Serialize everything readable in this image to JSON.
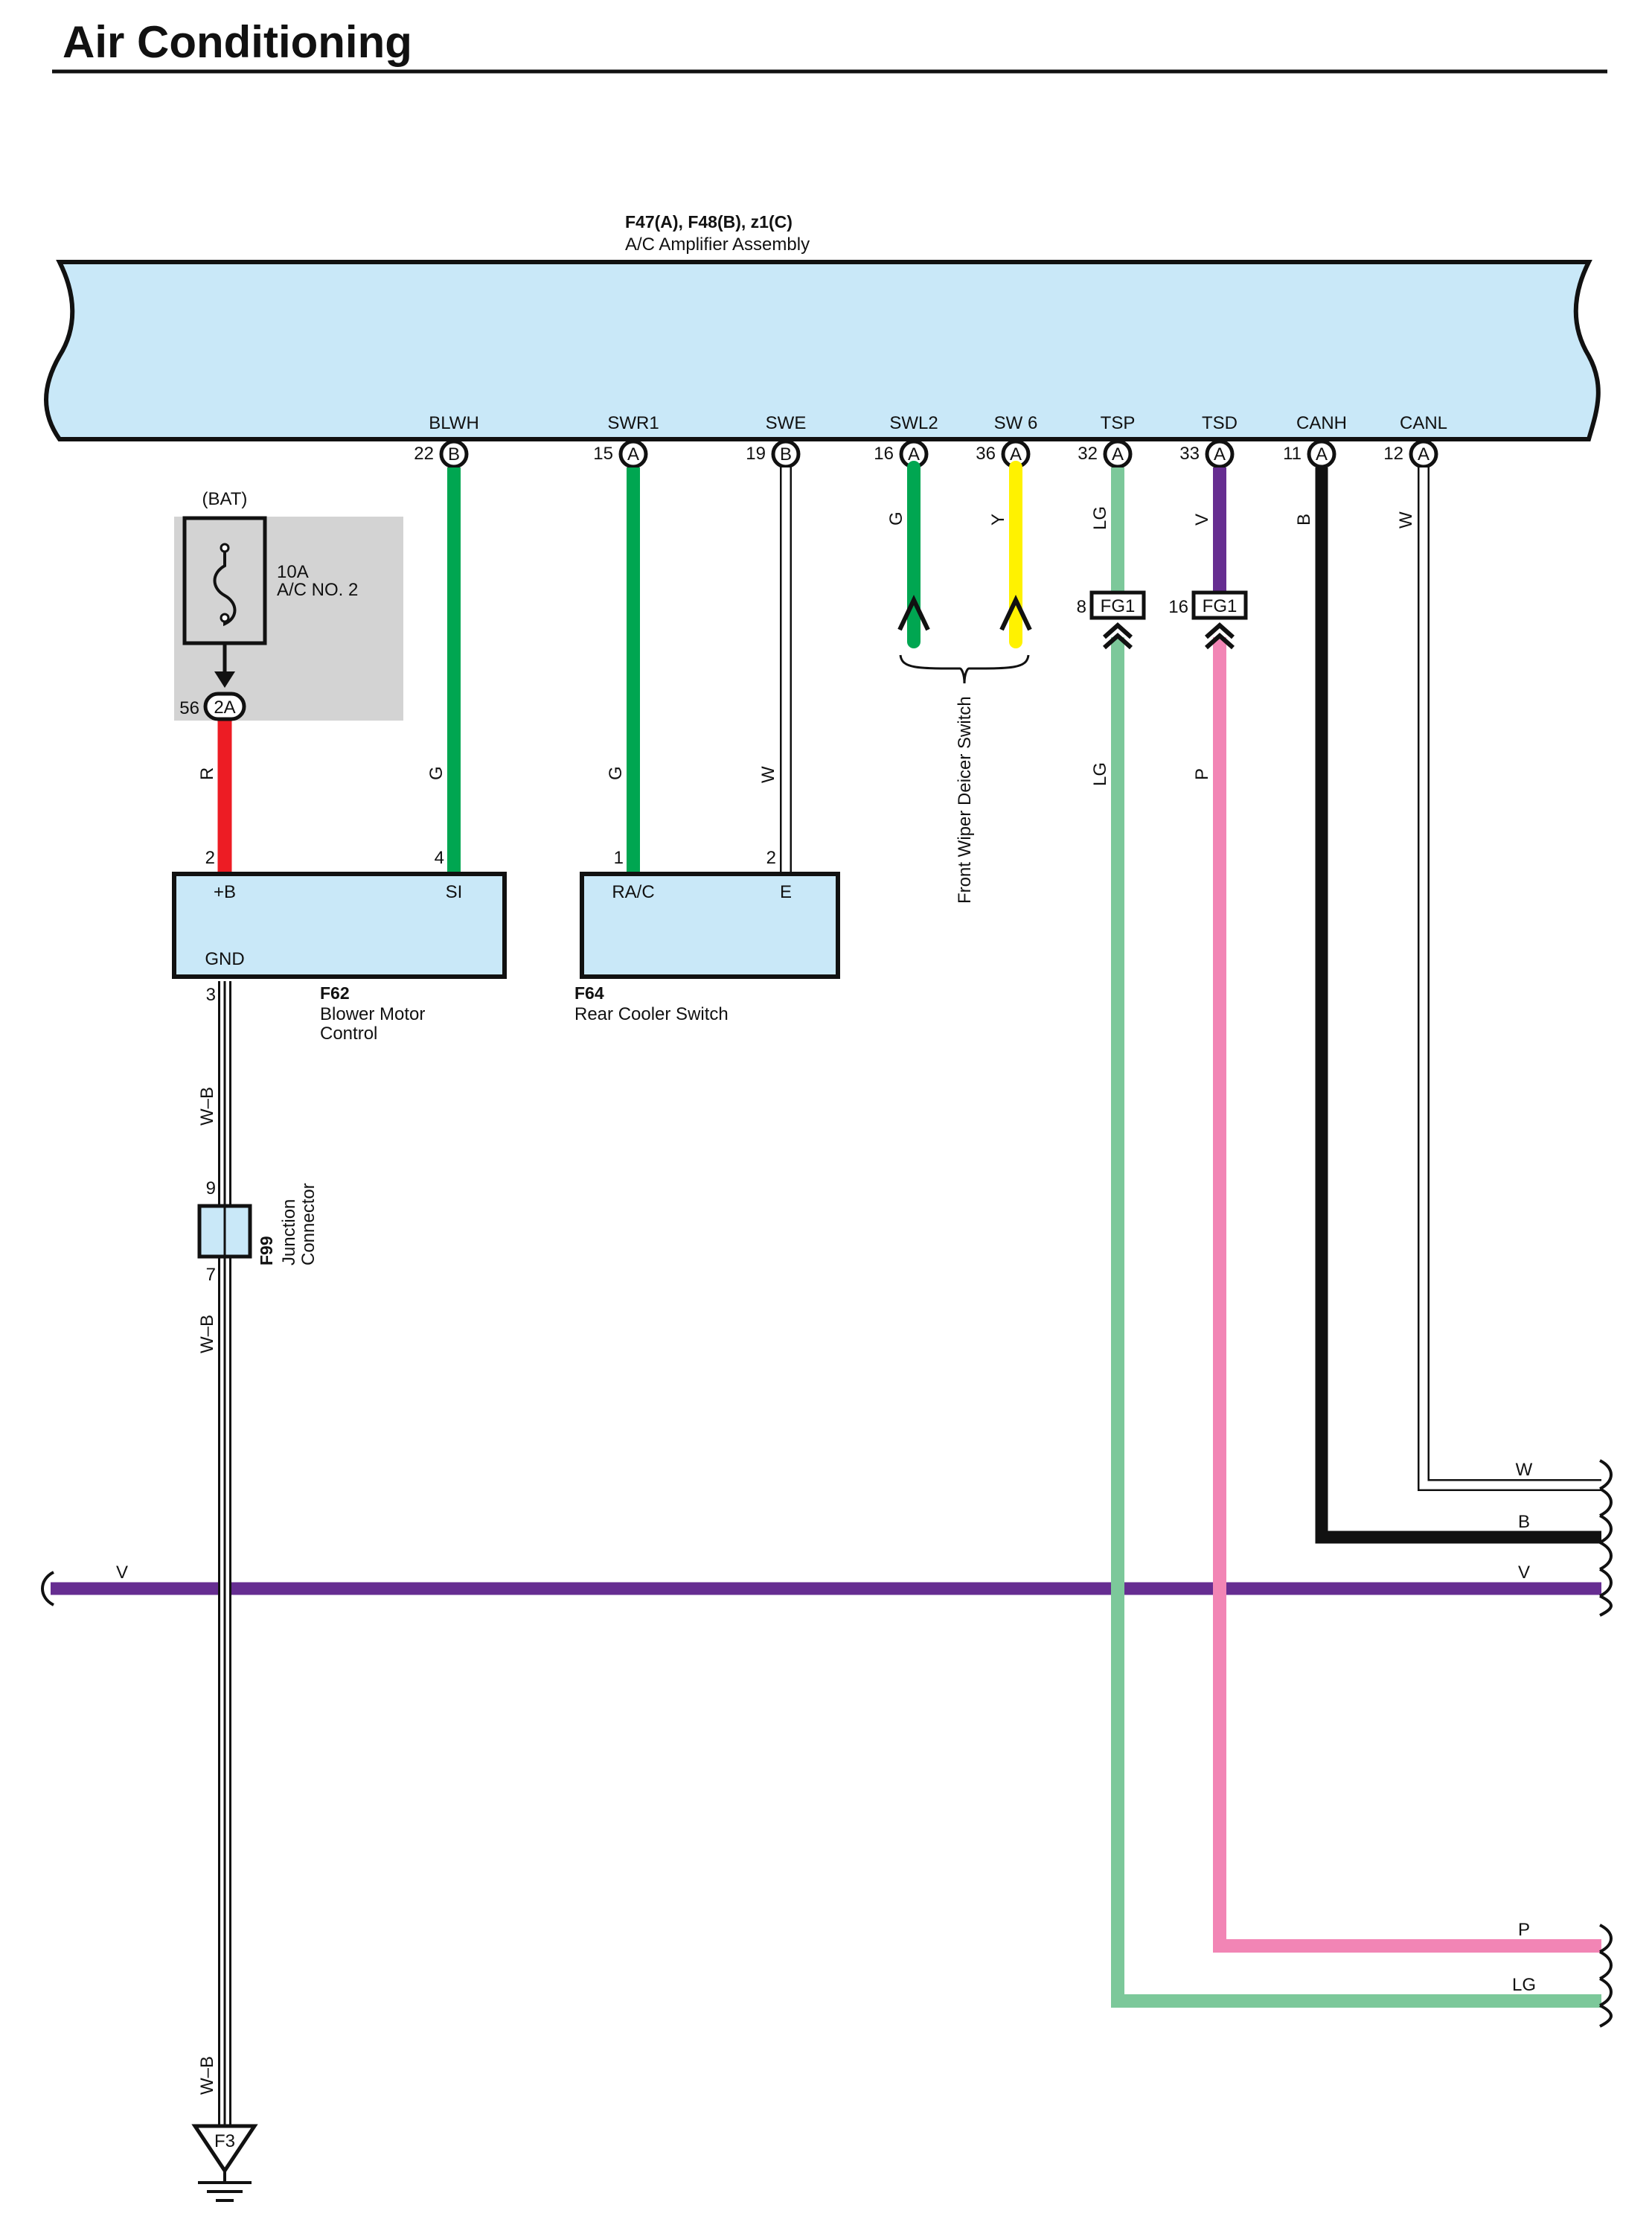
{
  "title": "Air Conditioning",
  "amplifier": {
    "code": "F47(A), F48(B), z1(C)",
    "name": "A/C Amplifier Assembly"
  },
  "terminals": [
    {
      "label": "BLWH",
      "pin": "22",
      "conn": "B",
      "wire": "G"
    },
    {
      "label": "SWR1",
      "pin": "15",
      "conn": "A",
      "wire": "G"
    },
    {
      "label": "SWE",
      "pin": "19",
      "conn": "B",
      "wire": "W"
    },
    {
      "label": "SWL2",
      "pin": "16",
      "conn": "A",
      "wire": "G"
    },
    {
      "label": "SW 6",
      "pin": "36",
      "conn": "A",
      "wire": "Y"
    },
    {
      "label": "TSP",
      "pin": "32",
      "conn": "A",
      "wire": "LG"
    },
    {
      "label": "TSD",
      "pin": "33",
      "conn": "A",
      "wire": "V"
    },
    {
      "label": "CANH",
      "pin": "11",
      "conn": "A",
      "wire": "B"
    },
    {
      "label": "CANL",
      "pin": "12",
      "conn": "A",
      "wire": "W"
    }
  ],
  "fuse": {
    "source": "(BAT)",
    "rating": "10A",
    "name": "A/C NO. 2",
    "pin": "56",
    "conn": "2A",
    "wire": "R"
  },
  "blower": {
    "code": "F62",
    "name_line1": "Blower Motor",
    "name_line2": "Control",
    "pin_b": "2",
    "label_b": "+B",
    "pin_si": "4",
    "label_si": "SI",
    "label_gnd": "GND",
    "pin_gnd": "3"
  },
  "rear_cooler": {
    "code": "F64",
    "name": "Rear Cooler Switch",
    "pin_rac": "1",
    "label_rac": "RA/C",
    "pin_e": "2",
    "label_e": "E"
  },
  "front_wiper_deicer": {
    "name": "Front Wiper Deicer Switch"
  },
  "fg1_a": {
    "pin": "8",
    "label": "FG1",
    "wire_below": "LG"
  },
  "fg1_b": {
    "pin": "16",
    "label": "FG1",
    "wire_below": "P"
  },
  "junction": {
    "code": "F99",
    "name_line1": "Junction",
    "name_line2": "Connector",
    "pin_in": "9",
    "pin_out": "7"
  },
  "ground": {
    "label": "F3",
    "wire": "W–B"
  },
  "bus": {
    "w": "W",
    "b": "B",
    "v": "V",
    "p": "P",
    "lg": "LG"
  },
  "colors": {
    "green": "#00a651",
    "yellow": "#fff200",
    "red": "#ed1c24",
    "black": "#111111",
    "purple": "#662d91",
    "pink": "#f285b5",
    "light_green": "#7cc89a",
    "component_fill": "#c9e8f8",
    "fuse_box": "#d3d3d3"
  }
}
